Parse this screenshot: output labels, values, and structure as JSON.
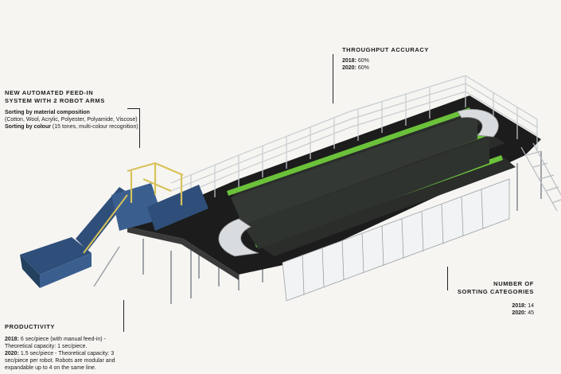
{
  "feed_in": {
    "heading_line1": "NEW AUTOMATED FEED-IN",
    "heading_line2": "SYSTEM WITH 2 ROBOT ARMS",
    "material_label": "Sorting by material composition",
    "material_detail": "(Cotton, Wool, Acrylic, Polyester, Polyamide, Viscose)",
    "colour_label": "Sorting by colour",
    "colour_detail": "(15 tones, multi-colour recognition)"
  },
  "throughput": {
    "heading": "THROUGHPUT ACCURACY",
    "y2018_label": "2018:",
    "y2018_value": "60%",
    "y2020_label": "2020:",
    "y2020_value": "60%"
  },
  "categories": {
    "heading_line1": "NUMBER OF",
    "heading_line2": "SORTING CATEGORIES",
    "y2018_label": "2018:",
    "y2018_value": "14",
    "y2020_label": "2020:",
    "y2020_value": "45"
  },
  "productivity": {
    "heading": "PRODUCTIVITY",
    "y2018_label": "2018:",
    "y2018_text": "6 sec/piece (with manual feed-in) - Theoretical capacity: 1 sec/piece.",
    "y2020_label": "2020:",
    "y2020_text": "1.5 sec/piece - Theoretical capacity: 3 sec/piece per robot. Robots are modular and expandable up to 4 on the same line."
  },
  "colors": {
    "platform": "#1c1c1c",
    "railing": "#c8ccd0",
    "sorter_frame": "#2a2d2a",
    "sorter_accent": "#6bc23a",
    "feeder_blue": "#2f4f7a",
    "robot_yellow": "#d8c25a",
    "bins": "#f2f3f4"
  }
}
